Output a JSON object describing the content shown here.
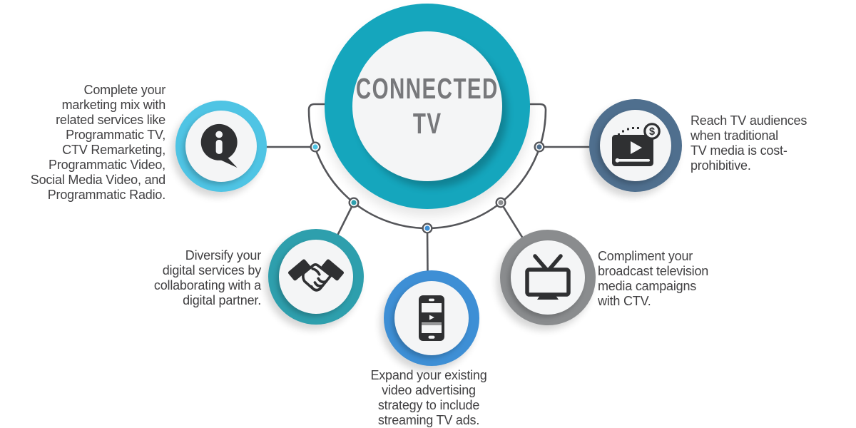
{
  "title": {
    "line1": "CONNECTED",
    "line2": "TV"
  },
  "nodes": [
    {
      "id": "info",
      "icon": "info-speech-bubble-icon",
      "color": "#4fc4e4",
      "text": "Complete your\nmarketing mix with\nrelated services like\nProgrammatic TV,\nCTV Remarketing,\nProgrammatic Video,\nSocial Media Video, and\nProgrammatic Radio."
    },
    {
      "id": "handshake",
      "icon": "handshake-icon",
      "color": "#2e9fad",
      "text": "Diversify your\ndigital services by\ncollaborating with a\ndigital partner."
    },
    {
      "id": "phone",
      "icon": "smartphone-video-icon",
      "color": "#3e8fd5",
      "text": "Expand your existing\nvideo advertising\nstrategy to include\nstreaming TV ads."
    },
    {
      "id": "tv",
      "icon": "television-icon",
      "color": "#8a8c8e",
      "text": "Compliment your\nbroadcast television\nmedia campaigns\nwith CTV."
    },
    {
      "id": "player",
      "icon": "video-player-money-icon",
      "color": "#4f6f8e",
      "text": "Reach TV audiences\nwhen traditional\nTV media is cost-\nprohibitive."
    }
  ],
  "colors": {
    "center": "#15a6bd",
    "inner": "#f4f5f6",
    "heading": "#77787b",
    "text": "#414042",
    "line": "#55565a",
    "icon": "#2f3032",
    "info": "#4fc4e4",
    "handshake": "#2e9fad",
    "phone": "#3e8fd5",
    "tv": "#8a8c8e",
    "player": "#4f6f8e"
  }
}
